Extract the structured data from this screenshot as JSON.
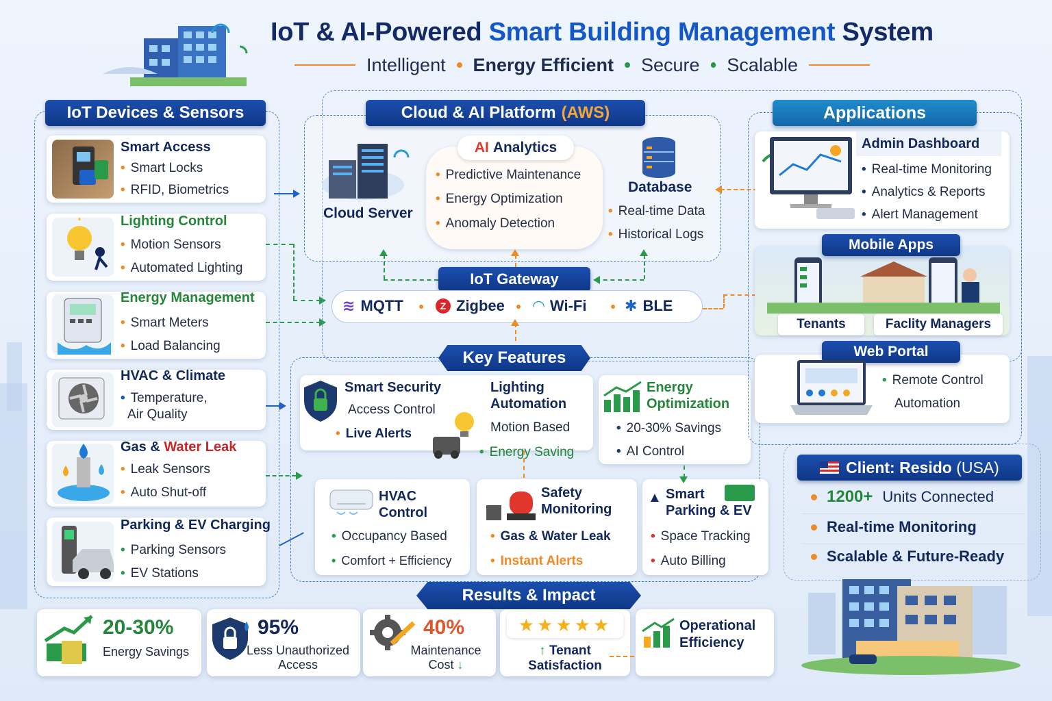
{
  "header": {
    "title_prefix": "IoT & AI-Powered",
    "title_highlight": "Smart Building Management",
    "title_suffix": "System",
    "tagline_1": "Intelligent",
    "tagline_2": "Energy Efficient",
    "tagline_3": "Secure",
    "tagline_4": "Scalable"
  },
  "devices": {
    "banner": "IoT Devices & Sensors",
    "items": [
      {
        "title": "Smart Access",
        "b1": "Smart Locks",
        "b2": "RFID, Biometrics"
      },
      {
        "title": "Lighting Control",
        "b1": "Motion Sensors",
        "b2": "Automated Lighting"
      },
      {
        "title": "Energy Management",
        "b1": "Smart Meters",
        "b2": "Load Balancing"
      },
      {
        "title": "HVAC & Climate",
        "b1": "Temperature,",
        "b2": "Air Quality"
      },
      {
        "title_a": "Gas &",
        "title_b": "Water Leak",
        "b1": "Leak Sensors",
        "b2": "Auto Shut-off"
      },
      {
        "title": "Parking & EV Charging",
        "b1": "Parking Sensors",
        "b2": "EV Stations"
      }
    ]
  },
  "cloud": {
    "banner": "Cloud & AI Platform",
    "banner_tag": "(AWS)",
    "server_label": "Cloud Server",
    "ai_title_a": "AI",
    "ai_title_b": "Analytics",
    "ai_items": [
      "Predictive Maintenance",
      "Energy Optimization",
      "Anomaly Detection"
    ],
    "db_title": "Database",
    "db_items": [
      "Real-time Data",
      "Historical Logs"
    ]
  },
  "gateway": {
    "banner": "IoT Gateway",
    "protocols": [
      "MQTT",
      "Zigbee",
      "Wi-Fi",
      "BLE"
    ]
  },
  "applications": {
    "banner": "Applications",
    "admin_title": "Admin Dashboard",
    "admin_items": [
      "Real-time Monitoring",
      "Analytics & Reports",
      "Alert Management"
    ],
    "mobile_banner": "Mobile Apps",
    "mobile_tenants": "Tenants",
    "mobile_managers": "Faclity Managers",
    "web_banner": "Web Portal",
    "web_items": [
      "Remote Control",
      "Automation"
    ]
  },
  "features": {
    "banner": "Key Features",
    "security": {
      "title": "Smart Security",
      "b1": "Access Control",
      "b2": "Live Alerts"
    },
    "lighting": {
      "title_1": "Lighting",
      "title_2": "Automation",
      "b1": "Motion Based",
      "b2": "Energy Saving"
    },
    "energy": {
      "title_1": "Energy",
      "title_2": "Optimization",
      "b1": "20-30% Savings",
      "b2": "AI Control"
    },
    "hvac": {
      "title_1": "HVAC",
      "title_2": "Control",
      "b1": "Occupancy Based",
      "b2": "Comfort + Efficiency"
    },
    "safety": {
      "title_1": "Safety",
      "title_2": "Monitoring",
      "b1": "Gas & Water Leak",
      "b2": "Instant Alerts"
    },
    "parking": {
      "title_1": "Smart",
      "title_2": "Parking & EV",
      "b1": "Space Tracking",
      "b2": "Auto Billing"
    }
  },
  "client": {
    "banner_a": "Client:",
    "banner_b": "Resido",
    "banner_c": "(USA)",
    "item1_num": "1200+",
    "item1_rest": "Units Connected",
    "item2": "Real-time Monitoring",
    "item3": "Scalable & Future-Ready"
  },
  "results": {
    "banner": "Results & Impact",
    "r1_value": "20-30%",
    "r1_label": "Energy Savings",
    "r2_value": "95%",
    "r2_label_1": "Less Unauthorized",
    "r2_label_2": "Access",
    "r3_value": "40%",
    "r3_label_1": "Maintenance",
    "r3_label_2": "Cost",
    "r4_label_1": "Tenant",
    "r4_label_2": "Satisfaction",
    "r5_label_1": "Operational",
    "r5_label_2": "Efficiency",
    "stars": "★★★★★"
  },
  "colors": {
    "navy": "#142a66",
    "accent_blue": "#1457c9",
    "orange": "#f08a24",
    "green": "#2a9a4a",
    "red": "#d9342b"
  }
}
